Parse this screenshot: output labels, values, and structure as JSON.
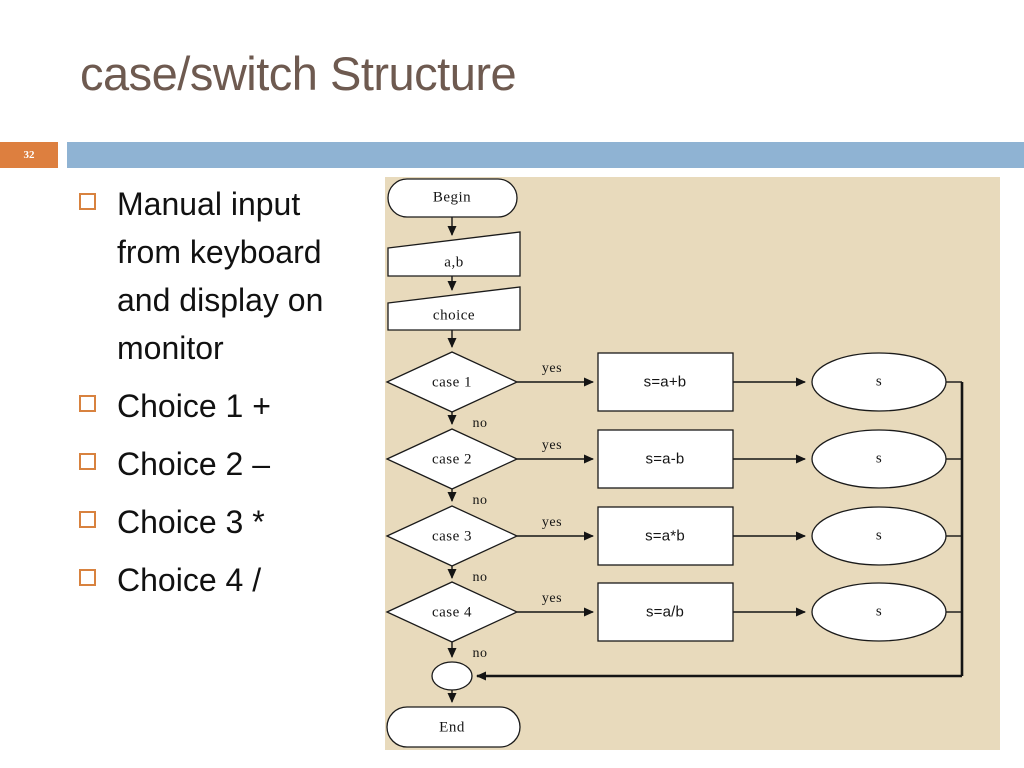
{
  "slide": {
    "title": "case/switch Structure",
    "page_number": "32"
  },
  "colors": {
    "title_text": "#6e5a50",
    "accent_orange": "#dd7f3f",
    "accent_blue": "#8fb3d3",
    "panel_background": "#e8dabc",
    "shape_fill": "#ffffff",
    "shape_stroke": "#1a1a1a",
    "body_text": "#111111"
  },
  "icons": {
    "bullet_icon": "square-outline"
  },
  "bullets": [
    {
      "label": "Manual input from keyboard and display on monitor"
    },
    {
      "label": "Choice 1 +"
    },
    {
      "label": "Choice 2 –"
    },
    {
      "label": "Choice 3 *"
    },
    {
      "label": "Choice 4 /"
    }
  ],
  "flowchart": {
    "start_label": "Begin",
    "input_label": "a,b",
    "choice_label": "choice",
    "branch_labels": {
      "yes": "yes",
      "no": "no"
    },
    "rows": [
      {
        "condition": "case 1",
        "action": "s=a+b",
        "output": "s"
      },
      {
        "condition": "case 2",
        "action": "s=a-b",
        "output": "s"
      },
      {
        "condition": "case 3",
        "action": "s=a*b",
        "output": "s"
      },
      {
        "condition": "case 4",
        "action": "s=a/b",
        "output": "s"
      }
    ],
    "end_label": "End"
  }
}
